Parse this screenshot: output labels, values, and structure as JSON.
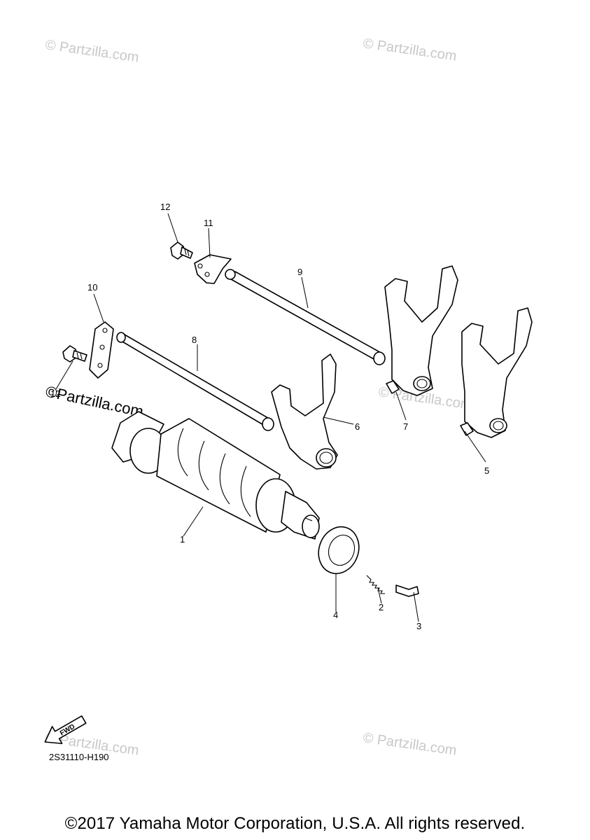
{
  "watermark": "© Partzilla.com",
  "watermark_bold": "©Partzilla.com",
  "diagram_code": "2S31110-H190",
  "fwd_label": "FWD",
  "copyright": "©2017 Yamaha Motor Corporation, U.S.A. All rights reserved.",
  "callouts": [
    "1",
    "2",
    "3",
    "4",
    "5",
    "6",
    "7",
    "8",
    "9",
    "10",
    "11",
    "12",
    "12"
  ]
}
